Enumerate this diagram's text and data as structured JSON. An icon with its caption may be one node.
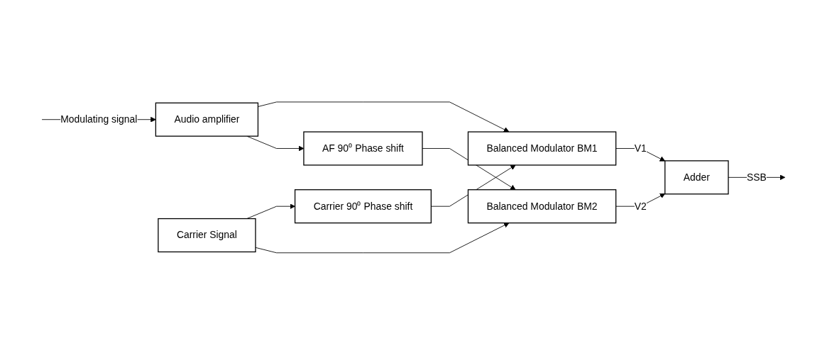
{
  "diagram": {
    "nodes": [
      {
        "text": [
          "Audio amplifier"
        ]
      },
      {
        "text": [
          "Balanced Modulator BM1"
        ]
      },
      {
        "text": [
          "Carrier 90⁰ Phase shift"
        ]
      },
      {
        "text": [
          "Carrier Signal"
        ]
      },
      {
        "text": [
          "AF 90⁰ Phase shift"
        ]
      },
      {
        "text": [
          "Balanced Modulator BM2"
        ]
      },
      {
        "text": [
          "Adder"
        ]
      }
    ],
    "edges": [
      {
        "from": null,
        "to": 0,
        "arrow": "to",
        "label": "Modulating signal"
      },
      {
        "from": 0,
        "to": 1,
        "arrow": "to"
      },
      {
        "from": 0,
        "to": 4,
        "arrow": "to"
      },
      {
        "from": 2,
        "to": 1,
        "arrow": "to"
      },
      {
        "from": 3,
        "to": 2,
        "arrow": "to"
      },
      {
        "from": 3,
        "to": 5,
        "arrow": "to"
      },
      {
        "from": 4,
        "to": 5,
        "arrow": "to"
      },
      {
        "from": 1,
        "to": 6,
        "arrow": "to",
        "label": "V1"
      },
      {
        "from": 5,
        "to": 6,
        "arrow": "to",
        "label": "V2"
      },
      {
        "from": 6,
        "to": null,
        "arrow": "to",
        "label": "SSB"
      }
    ]
  }
}
